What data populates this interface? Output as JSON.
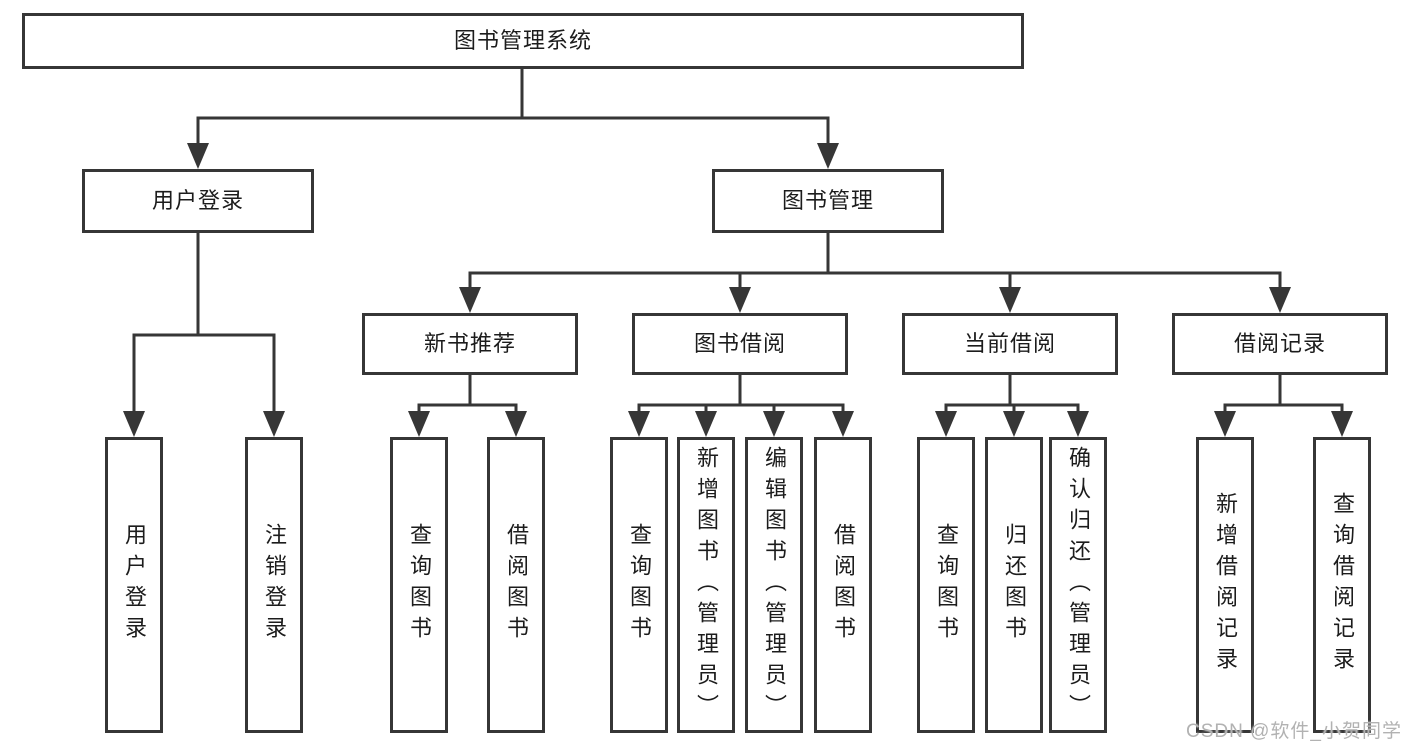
{
  "diagram": {
    "root": {
      "label": "图书管理系统"
    },
    "branches": [
      {
        "label": "用户登录"
      },
      {
        "label": "图书管理"
      }
    ],
    "modules": [
      {
        "label": "新书推荐"
      },
      {
        "label": "图书借阅"
      },
      {
        "label": "当前借阅"
      },
      {
        "label": "借阅记录"
      }
    ],
    "leaves": [
      {
        "label": "用户登录"
      },
      {
        "label": "注销登录"
      },
      {
        "label": "查询图书"
      },
      {
        "label": "借阅图书"
      },
      {
        "label": "查询图书"
      },
      {
        "label": "新增图书（管理员）"
      },
      {
        "label": "编辑图书（管理员）"
      },
      {
        "label": "借阅图书"
      },
      {
        "label": "查询图书"
      },
      {
        "label": "归还图书"
      },
      {
        "label": "确认归还（管理员）"
      },
      {
        "label": "新增借阅记录"
      },
      {
        "label": "查询借阅记录"
      }
    ],
    "hierarchy": {
      "图书管理系统": {
        "用户登录": [
          "用户登录",
          "注销登录"
        ],
        "图书管理": {
          "新书推荐": [
            "查询图书",
            "借阅图书"
          ],
          "图书借阅": [
            "查询图书",
            "新增图书（管理员）",
            "编辑图书（管理员）",
            "借阅图书"
          ],
          "当前借阅": [
            "查询图书",
            "归还图书",
            "确认归还（管理员）"
          ],
          "借阅记录": [
            "新增借阅记录",
            "查询借阅记录"
          ]
        }
      }
    }
  },
  "watermark": {
    "text": "CSDN @软件_小贺同学"
  },
  "colors": {
    "line": "#363636",
    "text": "#1c1c1c",
    "watermark": "#b2b2b2",
    "background": "#ffffff"
  }
}
